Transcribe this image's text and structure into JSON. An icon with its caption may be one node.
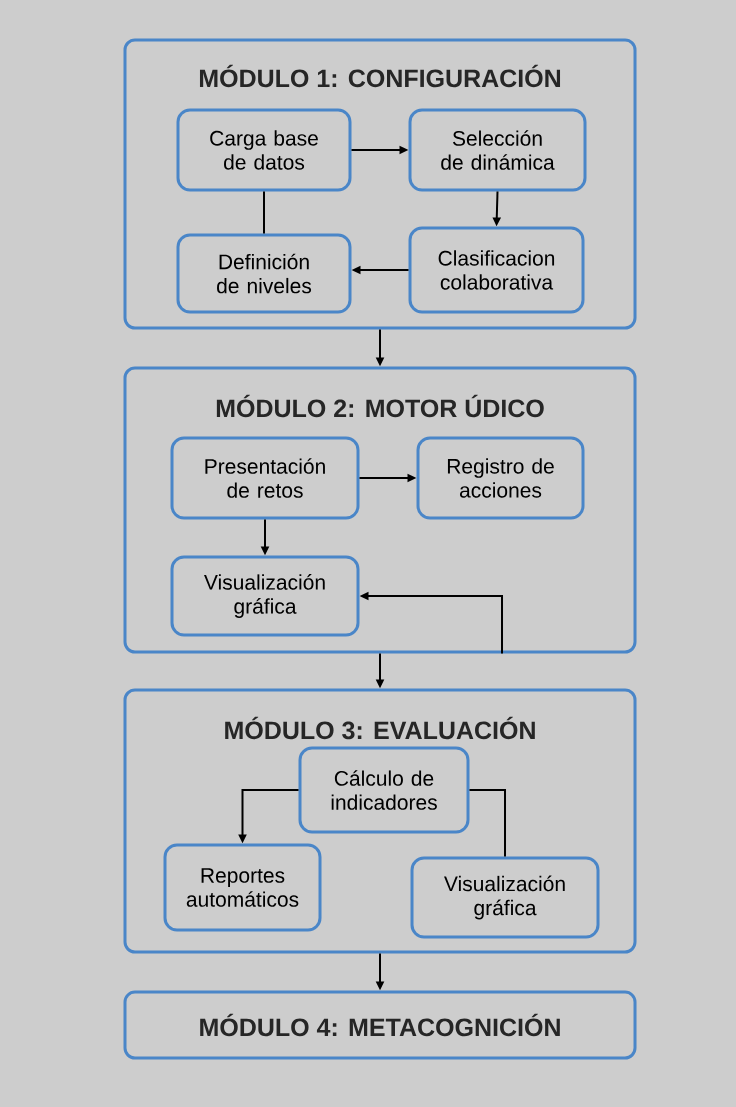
{
  "diagram": {
    "nodes": [
      {
        "text": [
          "MÓDULO 1: CONFIGURACIÓN"
        ]
      },
      {
        "text": [
          "Carga base de datos"
        ],
        "in": 0
      },
      {
        "text": [
          "Selección de dinámica"
        ],
        "in": 0
      },
      {
        "text": [
          "Definición de niveles"
        ],
        "in": 0
      },
      {
        "text": [
          "Clasificacion colaborativa"
        ],
        "in": 0
      },
      {
        "text": [
          "MÓDULO 2: MOTOR ÚDICO"
        ]
      },
      {
        "text": [
          "Presentación de retos"
        ],
        "in": 5
      },
      {
        "text": [
          "Registro de acciones"
        ],
        "in": 5
      },
      {
        "text": [
          "Visualización gráfica"
        ],
        "in": 5
      },
      {
        "text": [
          "MÓDULO 3: EVALUACIÓN"
        ]
      },
      {
        "text": [
          "Cálculo de indicadores"
        ],
        "in": 9
      },
      {
        "text": [
          "Reportes automáticos"
        ],
        "in": 9
      },
      {
        "text": [
          "Visualización gráfica"
        ],
        "in": 9
      },
      {
        "text": [
          "MÓDULO 4: METACOGNICIÓN"
        ]
      }
    ],
    "edges": [
      {
        "from": 1,
        "to": 2,
        "arrow": "to"
      },
      {
        "from": 2,
        "to": 4,
        "arrow": "to"
      },
      {
        "from": 4,
        "to": 3,
        "arrow": "to"
      },
      {
        "from": 1,
        "to": 3,
        "arrow": "none"
      },
      {
        "from": 0,
        "to": 5,
        "arrow": "to"
      },
      {
        "from": 6,
        "to": 7,
        "arrow": "to"
      },
      {
        "from": 6,
        "to": 8,
        "arrow": "to"
      },
      {
        "from": 5,
        "to": 8,
        "arrow": "to"
      },
      {
        "from": 5,
        "to": 9,
        "arrow": "to"
      },
      {
        "from": 10,
        "to": 11,
        "arrow": "to"
      },
      {
        "from": 10,
        "to": 12,
        "arrow": "none"
      },
      {
        "from": 9,
        "to": 13,
        "arrow": "to"
      }
    ]
  }
}
